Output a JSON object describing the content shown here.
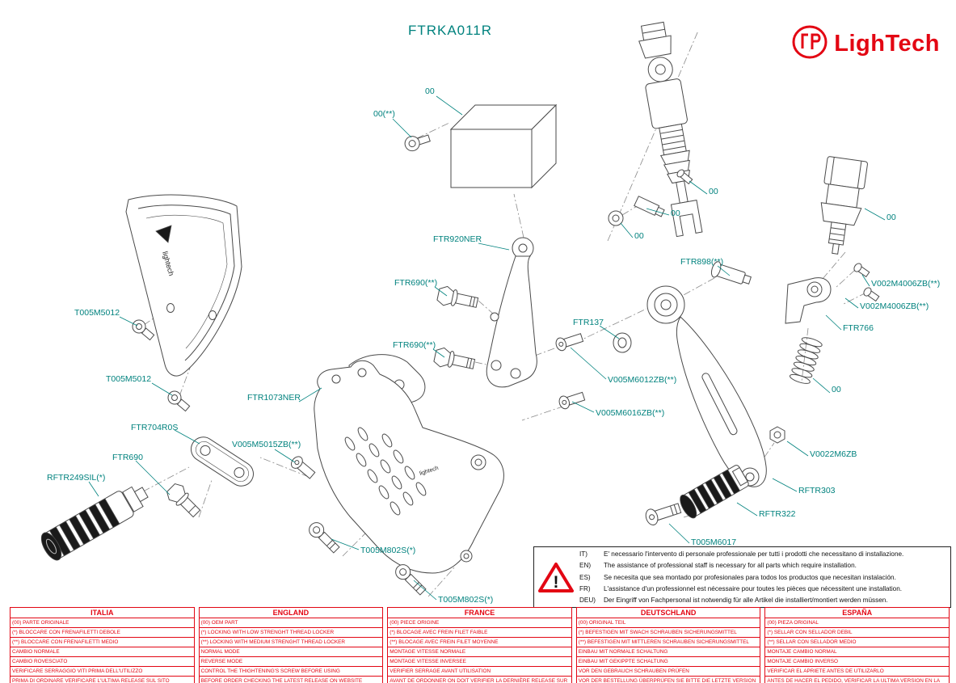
{
  "page": {
    "title": "FTRKA011R"
  },
  "logo": {
    "brand": "LighTech"
  },
  "diagram": {
    "part_branding": "lightech",
    "labels": [
      {
        "text": "00(**)"
      },
      {
        "text": "00"
      },
      {
        "text": "FTR920NER"
      },
      {
        "text": "FTR690(**)"
      },
      {
        "text": "FTR690(**)"
      },
      {
        "text": "T005M5012"
      },
      {
        "text": "T005M5012"
      },
      {
        "text": "FTR1073NER"
      },
      {
        "text": "FTR704R0S"
      },
      {
        "text": "V005M5015ZB(**)"
      },
      {
        "text": "FTR690"
      },
      {
        "text": "RFTR249SIL(*)"
      },
      {
        "text": "T005M802S(*)"
      },
      {
        "text": "T005M802S(*)"
      },
      {
        "text": "FTR137"
      },
      {
        "text": "V005M6012ZB(**)"
      },
      {
        "text": "V005M6016ZB(**)"
      },
      {
        "text": "00"
      },
      {
        "text": "00"
      },
      {
        "text": "00"
      },
      {
        "text": "FTR898(**)"
      },
      {
        "text": "00"
      },
      {
        "text": "V002M4006ZB(**)"
      },
      {
        "text": "V002M4006ZB(**)"
      },
      {
        "text": "FTR766"
      },
      {
        "text": "00"
      },
      {
        "text": "V0022M6ZB"
      },
      {
        "text": "RFTR303"
      },
      {
        "text": "RFTR322"
      },
      {
        "text": "T005M6017"
      }
    ]
  },
  "warning": {
    "icon_glyph": "!",
    "rows": [
      {
        "lang": "IT)",
        "text": "E' necessario l'intervento di personale professionale per tutti i prodotti che necessitano di installazione."
      },
      {
        "lang": "EN)",
        "text": "The assistance of professional staff is necessary for all parts which require installation."
      },
      {
        "lang": "ES)",
        "text": "Se necesita que sea montado por profesionales para todos los productos que necesitan instalación."
      },
      {
        "lang": "FR)",
        "text": "L'assistance d'un professionnel est nécessaire pour toutes les pièces que nécessitent une installation."
      },
      {
        "lang": "DEU)",
        "text": "Der Eingriff von Fachpersonal ist notwendig  für alle Artikel die installiert/montiert werden müssen."
      }
    ]
  },
  "tables": [
    {
      "country": "ITALIA",
      "rows": [
        "(00) PARTE ORIGINALE",
        "(*)  BLOCCARE CON FRENAFILETTI DEBOLE",
        "(**) BLOCCARE CON FRENAFILETTI MEDIO",
        "CAMBIO NORMALE",
        "CAMBIO ROVESCIATO",
        "VERIFICARE SERRAGGIO VITI PRIMA DELL'UTILIZZO",
        "PRIMA DI ORDINARE VERIFICARE L'ULTIMA RELEASE SUL SITO"
      ]
    },
    {
      "country": "ENGLAND",
      "rows": [
        "(00) OEM PART",
        "(*)   LOCKING WITH LOW STRENGHT THREAD LOCKER",
        "(**)  LOCKING WITH MEDIUM STRENGHT THREAD LOCKER",
        "NORMAL MODE",
        "REVERSE MODE",
        "CONTROL THE THIGHTENING'S SCREW BEFORE USING",
        "BEFORE ORDER CHECKING THE LATEST RELEASE ON WEBSITE"
      ]
    },
    {
      "country": "FRANCE",
      "rows": [
        "(00) PIECE ORIGINE",
        "(*)   BLOCAGE AVEC FREIN FILET FAIBLE",
        "(**)  BLOCAGE AVEC FREIN FILET MOYENNE",
        "MONTAGE VITESSE NORMALE",
        "MONTAGE VITESSE INVERSEE",
        "VERIFIER SERRAGE AVANT UTILISATION",
        "AVANT DE ORDONNER ON DOIT VERIFIER LA DERNIÈRE RELEASE SUR LE SITE INTERNET"
      ]
    },
    {
      "country": "DEUTSCHLAND",
      "rows": [
        "(00) ORIGINAL TEIL",
        "(*)   BEFESTIGEN MIT SWACH SCHRAUBEN SICHERUNGSMITTEL",
        "(**)  BEFESTIGEN MIT MITTLEREN SCHRAUBEN SICHERUNGSMITTEL",
        "EINBAU MIT NORMALE SCHALTUNG",
        "EINBAU MIT GEKIPPTE SCHALTUNG",
        "VOR DEN GEBRAUCH SCHRAUBEN PRÜFEN",
        "VOR DER BESTELLUNG ÜBERPRÜFEN SIE BITTE DIE LETZTE VERSION DIESER ARTIKEL AUF DER WEBSITE LIGHTECH"
      ]
    },
    {
      "country": "ESPAÑA",
      "rows": [
        "(00) PIEZA ORIGINAL",
        "(*)   SELLAR CON SELLADOR DEBIL",
        "(**)  SELLAR CON SELLADOR MEDIO",
        "MONTAJE CAMBIO NORMAL",
        "MONTAJE CAMBIO INVERSO",
        "VERIFICAR EL APRIETE ANTES DE UTILIZARLO",
        "ANTES DE HACER EL PEDIDO, VERIFICAR LA ULTIMA VERSION EN LA WEB LIGHTECH"
      ]
    }
  ]
}
